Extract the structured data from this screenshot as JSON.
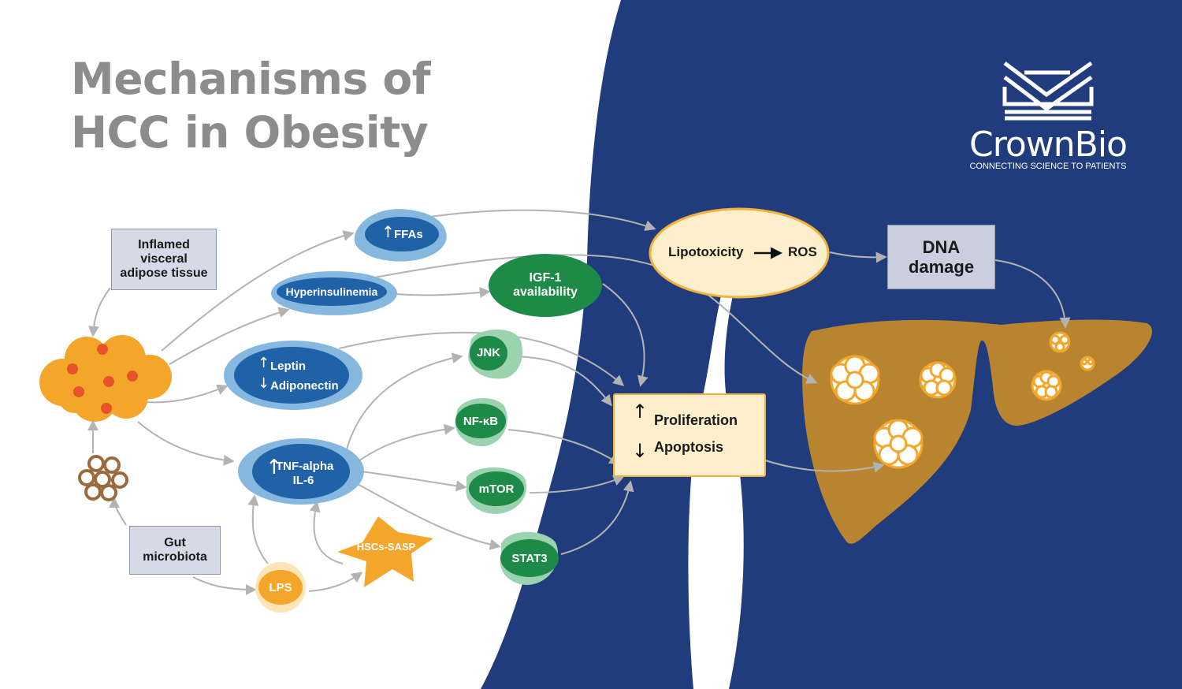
{
  "title": {
    "line1": "Mechanisms of",
    "line2": "HCC in Obesity"
  },
  "brand": {
    "name": "CrownBio",
    "tagline": "CONNECTING SCIENCE TO PATIENTS"
  },
  "nodes": {
    "inflamed": {
      "line1": "Inflamed",
      "line2": "visceral",
      "line3": "adipose tissue"
    },
    "gut": {
      "line1": "Gut",
      "line2": "microbiota"
    },
    "ffas": "FFAs",
    "hyperinsulinemia": "Hyperinsulinemia",
    "igf1": {
      "line1": "IGF-1",
      "line2": "availability"
    },
    "leptin": "Leptin",
    "adiponectin": "Adiponectin",
    "tnf": {
      "line1": "TNF-alpha",
      "line2": "IL-6"
    },
    "jnk": "JNK",
    "nfkb": "NF-κB",
    "mtor": "mTOR",
    "stat3": "STAT3",
    "lps": "LPS",
    "hscs": "HSCs-SASP",
    "lipotoxicity": "Lipotoxicity",
    "ros": "ROS",
    "dna": {
      "line1": "DNA",
      "line2": "damage"
    },
    "proliferation": "Proliferation",
    "apoptosis": "Apoptosis"
  },
  "colors": {
    "navy": "#213c7c",
    "title_gray": "#8c8c8c",
    "blue_node": "#1f62a8",
    "blue_halo": "#86b7de",
    "green_node": "#1e8a48",
    "green_halo": "#9bd2b0",
    "orange": "#f4a62a",
    "liver": "#b98430",
    "arrow_gray": "#b3b3b3",
    "box_fill": "#d6dae6",
    "outcome_fill": "#fdefcc",
    "outcome_border": "#f2b23d"
  }
}
